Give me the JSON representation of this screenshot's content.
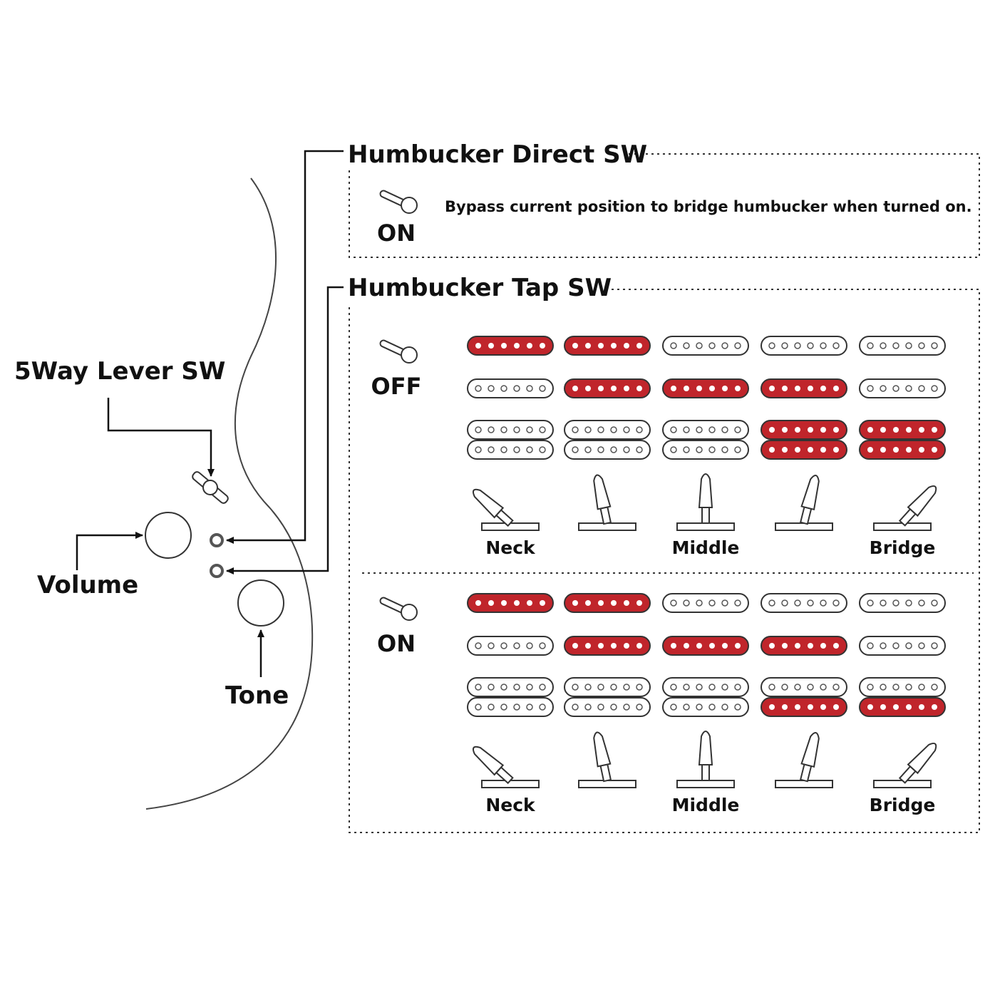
{
  "direct_sw": {
    "title": "Humbucker Direct SW",
    "state": "ON",
    "description": "Bypass current position to bridge humbucker when turned on."
  },
  "tap_sw": {
    "title": "Humbucker Tap SW",
    "position_labels": [
      "Neck",
      "",
      "Middle",
      "",
      "Bridge"
    ],
    "lever_angles": [
      "neck",
      "neck-mid",
      "middle",
      "mid-bridge",
      "bridge"
    ],
    "panels": [
      {
        "state": "OFF",
        "neck_single_active": [
          true,
          true,
          false,
          false,
          false
        ],
        "middle_single_active": [
          false,
          true,
          true,
          true,
          false
        ],
        "bridge_humbucker_top_active": [
          false,
          false,
          false,
          true,
          true
        ],
        "bridge_humbucker_bottom_active": [
          false,
          false,
          false,
          true,
          true
        ]
      },
      {
        "state": "ON",
        "neck_single_active": [
          true,
          true,
          false,
          false,
          false
        ],
        "middle_single_active": [
          false,
          true,
          true,
          true,
          false
        ],
        "bridge_humbucker_top_active": [
          false,
          false,
          false,
          false,
          false
        ],
        "bridge_humbucker_bottom_active": [
          false,
          false,
          false,
          true,
          true
        ]
      }
    ]
  },
  "body_labels": {
    "lever_switch": "5Way Lever SW",
    "volume": "Volume",
    "tone": "Tone"
  },
  "colors": {
    "active_coil": "#c0252b",
    "inactive_coil": "#ffffff",
    "outline": "#333333"
  }
}
